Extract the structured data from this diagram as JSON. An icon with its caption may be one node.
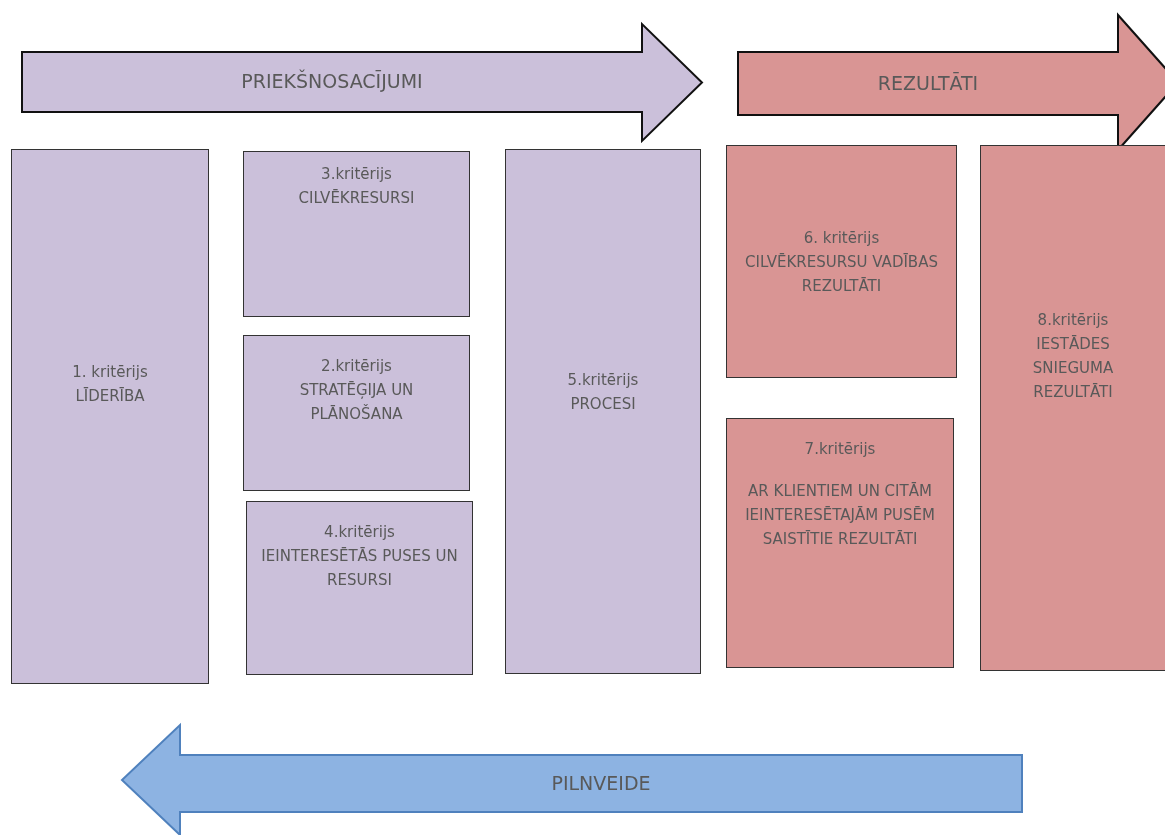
{
  "diagram": {
    "nodes": [
      {
        "text": [
          "PRIEKŠNOSACĪJUMI"
        ]
      },
      {
        "text": [
          "REZULTĀTI"
        ]
      },
      {
        "text": [
          "1. kritērijs",
          "LĪDERĪBA"
        ]
      },
      {
        "text": [
          "3.kritērijs",
          "CILVĒKRESURSI"
        ]
      },
      {
        "text": [
          "2.kritērijs",
          "STRATĒĢIJA UN PLĀNOŠANA"
        ]
      },
      {
        "text": [
          "4.kritērijs",
          "IEINTERESĒTĀS PUSES UN RESURSI"
        ]
      },
      {
        "text": [
          "5.kritērijs",
          "PROCESI"
        ]
      },
      {
        "text": [
          "6. kritērijs",
          "CILVĒKRESURSU VADĪBAS REZULTĀTI"
        ]
      },
      {
        "text": [
          "7.kritērijs",
          "AR KLIENTIEM UN CITĀM IEINTERESĒTAJĀM PUSĒM SAISTĪTIE REZULTĀTI"
        ]
      },
      {
        "text": [
          "8.kritērijs",
          "IESTĀDES SNIEGUMA REZULTĀTI"
        ]
      },
      {
        "text": [
          "PILNVEIDE"
        ]
      }
    ]
  }
}
